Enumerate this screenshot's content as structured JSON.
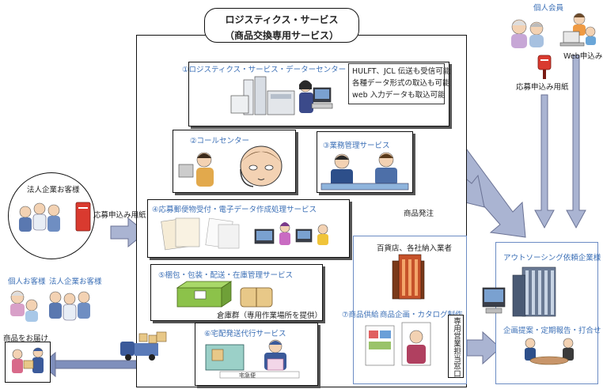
{
  "title": {
    "line1": "ロジスティクス・サービス",
    "line2": "（商品交換専用サービス）"
  },
  "members": {
    "label": "個人会員",
    "web_label": "Web申込み",
    "postcard_label": "応募申込み用紙"
  },
  "data_center": {
    "title": "①ロジスティクス・サービス・データーセンター",
    "notes": [
      "HULFT、JCL 伝送も受信可能",
      "各種データ形式の取込も可能",
      "web 入力データも取込可能"
    ]
  },
  "call_center": {
    "title": "②コールセンター"
  },
  "business_mgmt": {
    "title": "③業務管理サービス"
  },
  "order_label": "商品発注",
  "corporate": {
    "label": "法人企業お客様",
    "postcard_label": "応募申込み用紙"
  },
  "processing": {
    "title": "④応募郵便物受付・電子データ作成処理サービス"
  },
  "department": {
    "title": "百貨店、各社納入業者"
  },
  "packing": {
    "title": "⑤梱包・包装・配送・在庫管理サービス",
    "warehouse": "倉庫群（専用作業場所を提供）"
  },
  "supply": {
    "supply_label": "⑦商品供給",
    "planning_label": "商品企画・カタログ制作",
    "window_label": "専用営業担当窓口"
  },
  "delivery": {
    "title": "⑥宅配発送代行サービス",
    "truck_text": "宅急便"
  },
  "customers": {
    "personal": "個人お客様",
    "corporate": "法人企業お客様",
    "delivery_label": "商品をお届け"
  },
  "outsourcing": {
    "title": "アウトソーシング依頼企業様",
    "planning": "企画提案・定期報告・打合せ"
  },
  "colors": {
    "accent_blue": "#3b6fb6",
    "arrow_fill": "#aab4d2",
    "arrow_stroke": "#6a7294"
  }
}
